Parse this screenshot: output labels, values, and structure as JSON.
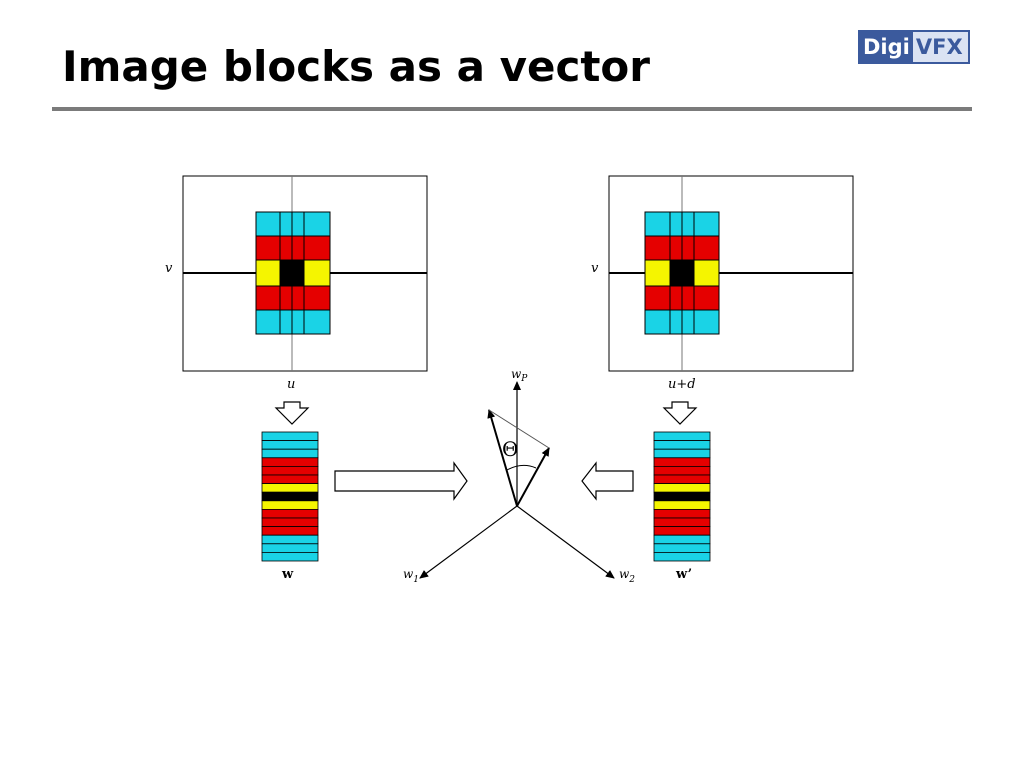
{
  "slide": {
    "title": "Image blocks as a vector",
    "logo": {
      "part1": "Digi",
      "part2": "VFX"
    }
  },
  "diagram": {
    "left_image": {
      "row_label": "v",
      "col_label": "u"
    },
    "right_image": {
      "row_label": "v",
      "col_label": "u+d"
    },
    "left_vector_label": "w",
    "right_vector_label": "w’",
    "axes": {
      "up": "w",
      "up_sub": "P",
      "left": "w",
      "left_sub": "1",
      "right": "w",
      "right_sub": "2",
      "angle": "Θ"
    }
  },
  "colors": {
    "cyan": "#1ad3e6",
    "red": "#e50000",
    "yellow": "#f5f500",
    "black": "#000000",
    "accent": "#3b5a9d"
  }
}
